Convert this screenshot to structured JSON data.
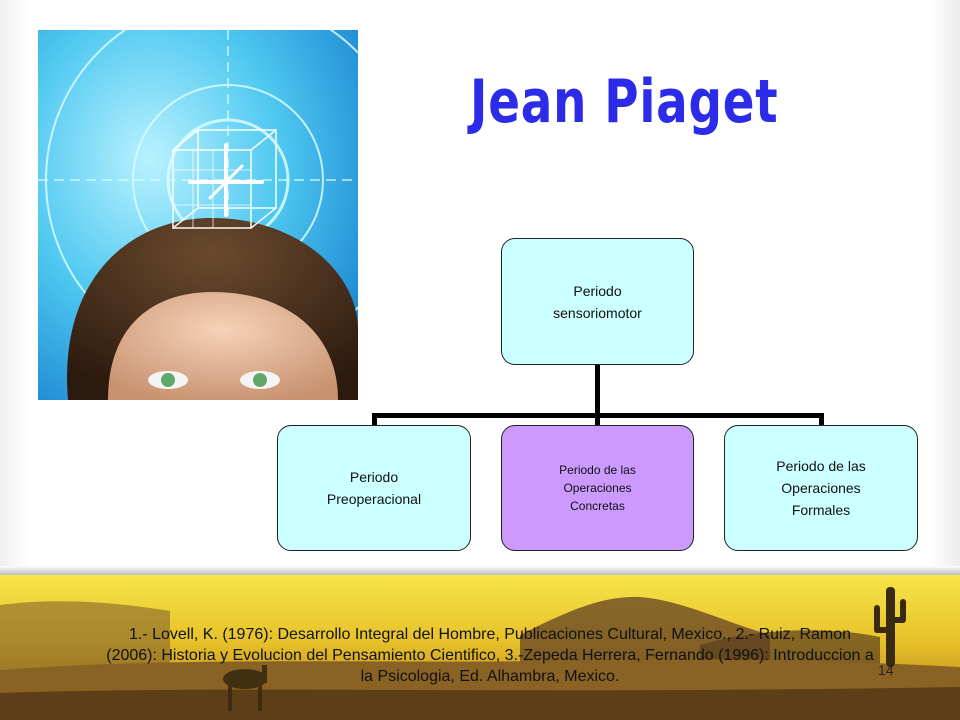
{
  "slide": {
    "title": "Jean Piaget",
    "slide_number": "14"
  },
  "org_chart": {
    "root": "Periodo\nsensoriomotor",
    "children": [
      "Periodo\nPreoperacional",
      "Periodo de las\nOperaciones\nConcretas",
      "Periodo  de las\nOperaciones\nFormales"
    ]
  },
  "references": "1.- Lovell, K. (1976): Desarrollo Integral del Hombre, Publicaciones Cultural, Mexico., 2.- Ruiz, Ramon (2006): Historia y Evolucion del Pensamiento Cientifico, 3.-Zepeda Herrera, Fernando (1996): Introduccion a la Psicologia, Ed. Alhambra, Mexico.",
  "images": {
    "photo": "face-with-target-and-cube",
    "footer": "desert-landscape"
  },
  "colors": {
    "title": "#2b2be8",
    "box_light": "#ccffff",
    "box_highlight": "#cc99ff"
  }
}
